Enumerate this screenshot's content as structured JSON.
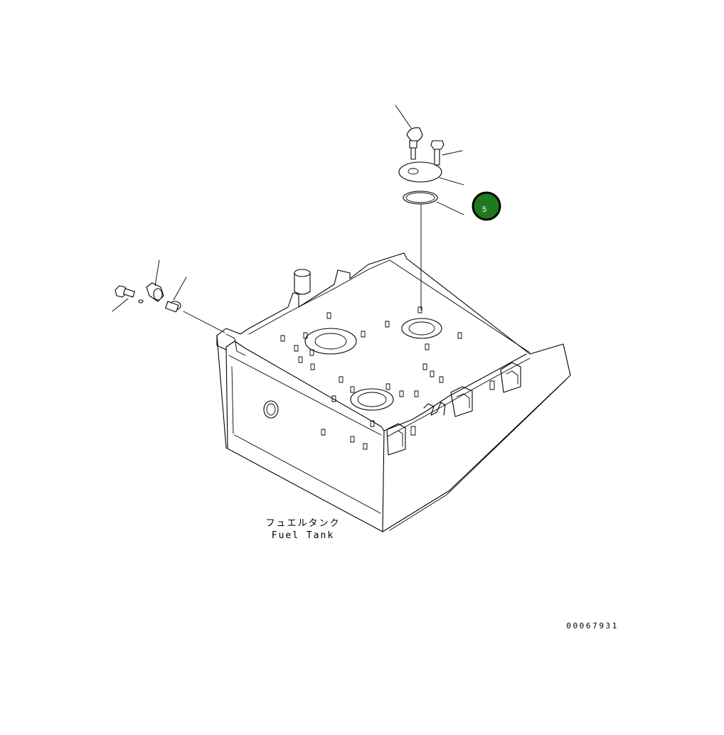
{
  "diagram": {
    "caption_jp": "フュエルタンク",
    "caption_en": "Fuel Tank",
    "document_number": "00067931",
    "callout": {
      "number": "5",
      "fill": "#1f7a1f",
      "stroke": "#000000"
    }
  }
}
